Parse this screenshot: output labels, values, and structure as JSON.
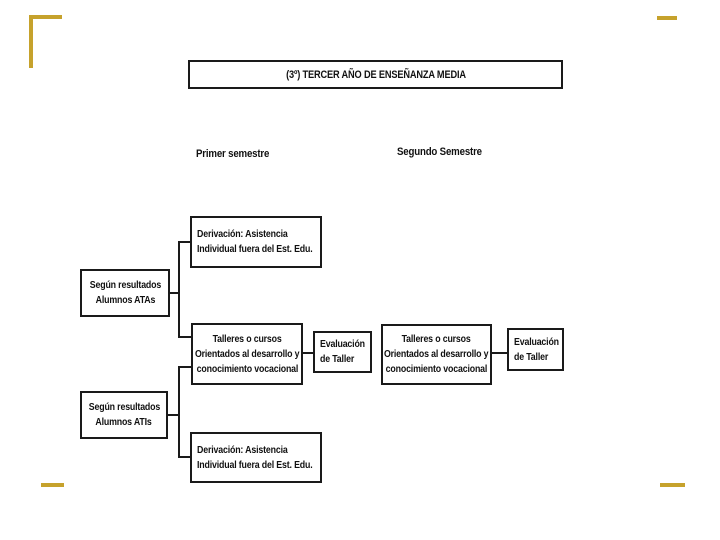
{
  "colors": {
    "gold_accent": "#C6A22C",
    "diagram_line": "#1a1a1a"
  },
  "title": "(3º) TERCER AÑO DE ENSEÑANZA MEDIA",
  "column_headers": {
    "first_semester": "Primer semestre",
    "second_semester": "Segundo Semestre"
  },
  "nodes": {
    "segun_atas": {
      "line1": "Según resultados",
      "line2": "Alumnos ATAs"
    },
    "segun_atis": {
      "line1": "Según resultados",
      "line2": "Alumnos ATIs"
    },
    "derivacion_top": {
      "line1": "Derivación: Asistencia",
      "line2": "Individual fuera del Est. Edu."
    },
    "talleres_sem1": {
      "line1": "Talleres o cursos",
      "line2": "Orientados al desarrollo y",
      "line3": "conocimiento vocacional"
    },
    "evaluacion_sem1": {
      "line1": "Evaluación",
      "line2": "de Taller"
    },
    "talleres_sem2": {
      "line1": "Talleres o cursos",
      "line2": "Orientados al desarrollo y",
      "line3": "conocimiento vocacional"
    },
    "evaluacion_sem2": {
      "line1": "Evaluación",
      "line2": "de Taller"
    },
    "derivacion_bottom": {
      "line1": "Derivación: Asistencia",
      "line2": "Individual fuera del Est. Edu."
    }
  }
}
